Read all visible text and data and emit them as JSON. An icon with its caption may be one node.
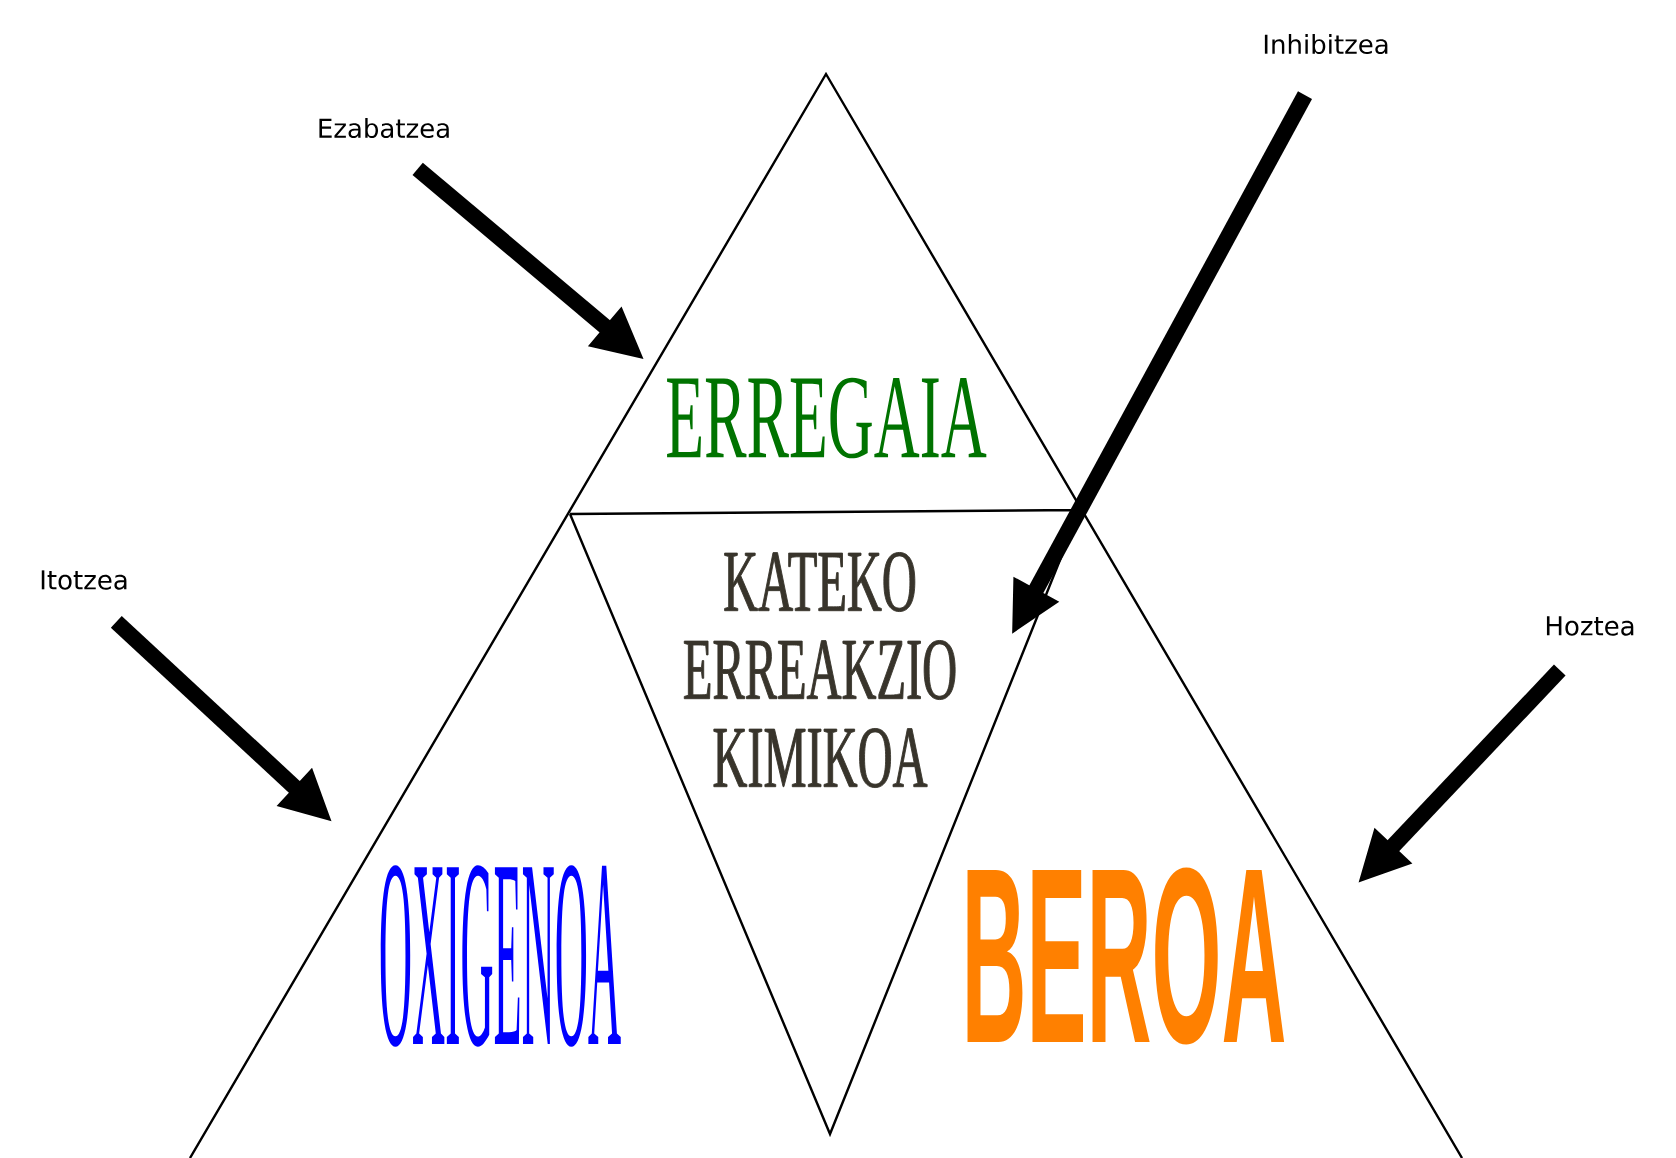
{
  "diagram": {
    "nodes": [
      {
        "text": [
          "ERREGAIA"
        ]
      },
      {
        "text": [
          "KATEKO ERREAKZIO KIMIKOA"
        ]
      },
      {
        "text": [
          "OXIGENOA"
        ]
      },
      {
        "text": [
          "BEROA"
        ]
      },
      {
        "text": [
          "Ezabatzea"
        ]
      },
      {
        "text": [
          "Inhibitzea"
        ]
      },
      {
        "text": [
          "Itotzea"
        ]
      },
      {
        "text": [
          "Hoztea"
        ]
      }
    ],
    "edges": [
      {
        "from": 4,
        "to": 0,
        "arrow": "to"
      },
      {
        "from": 5,
        "to": 1,
        "arrow": "to"
      },
      {
        "from": 6,
        "to": 2,
        "arrow": "to"
      },
      {
        "from": 7,
        "to": 3,
        "arrow": "to"
      }
    ]
  }
}
